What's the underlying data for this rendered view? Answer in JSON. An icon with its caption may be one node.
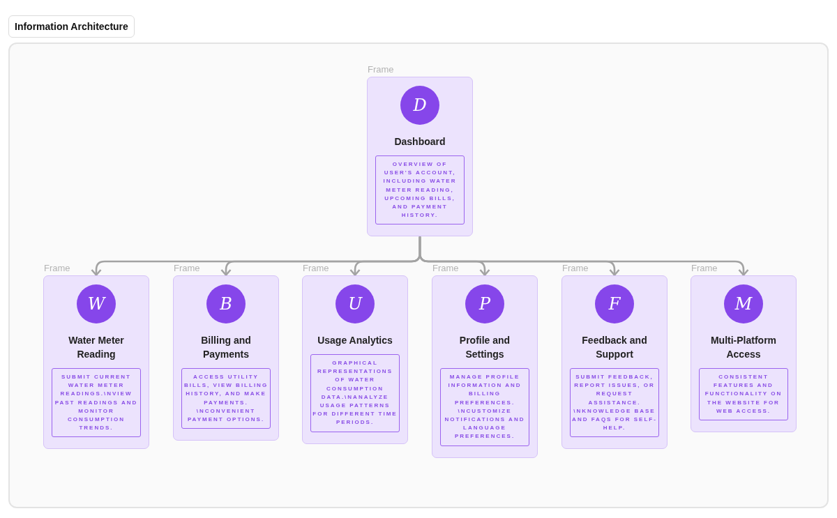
{
  "diagram": {
    "title": "Information Architecture",
    "nodes": [
      {
        "text": [
          "Frame",
          "Dashboard"
        ]
      },
      {
        "text": [
          "D"
        ],
        "in": 0
      },
      {
        "text": [
          "OVERVIEW OF USER'S ACCOUNT, INCLUDING WATER METER READING, UPCOMING BILLS, AND PAYMENT HISTORY."
        ],
        "in": 0
      },
      {
        "text": [
          "Frame",
          "Water Meter Reading"
        ]
      },
      {
        "text": [
          "W"
        ],
        "in": 3
      },
      {
        "text": [
          "SUBMIT CURRENT WATER METER READINGS.\\NVIEW PAST READINGS AND MONITOR CONSUMPTION TRENDS."
        ],
        "in": 3
      },
      {
        "text": [
          "Frame",
          "Billing and Payments"
        ]
      },
      {
        "text": [
          "B"
        ],
        "in": 6
      },
      {
        "text": [
          "ACCESS UTILITY BILLS, VIEW BILLING HISTORY, AND MAKE PAYMENTS. \\NCONVENIENT PAYMENT OPTIONS."
        ],
        "in": 6
      },
      {
        "text": [
          "Frame",
          "Usage Analytics"
        ]
      },
      {
        "text": [
          "U"
        ],
        "in": 9
      },
      {
        "text": [
          "GRAPHICAL REPRESENTATIONS OF WATER CONSUMPTION DATA.\\NANALYZE USAGE PATTERNS FOR DIFFERENT TIME PERIODS."
        ],
        "in": 9
      },
      {
        "text": [
          "Frame",
          "Profile and Settings"
        ]
      },
      {
        "text": [
          "P"
        ],
        "in": 12
      },
      {
        "text": [
          "MANAGE PROFILE INFORMATION AND BILLING PREFERENCES. \\NCUSTOMIZE NOTIFICATIONS AND LANGUAGE PREFERENCES."
        ],
        "in": 12
      },
      {
        "text": [
          "Frame",
          "Feedback and Support"
        ]
      },
      {
        "text": [
          "F"
        ],
        "in": 15
      },
      {
        "text": [
          "SUBMIT FEEDBACK, REPORT ISSUES, OR REQUEST ASSISTANCE. \\NKNOWLEDGE BASE AND FAQS FOR SELF-HELP."
        ],
        "in": 15
      },
      {
        "text": [
          "Frame",
          "Multi-Platform Access"
        ]
      },
      {
        "text": [
          "M"
        ],
        "in": 18
      },
      {
        "text": [
          "CONSISTENT FEATURES AND FUNCTIONALITY ON THE WEBSITE FOR WEB ACCESS."
        ],
        "in": 18
      }
    ],
    "edges": [
      {
        "from": 0,
        "to": 3,
        "arrow": "to"
      },
      {
        "from": 0,
        "to": 6,
        "arrow": "to"
      },
      {
        "from": 0,
        "to": 9,
        "arrow": "to"
      },
      {
        "from": 0,
        "to": 12,
        "arrow": "to"
      },
      {
        "from": 0,
        "to": 15,
        "arrow": "to"
      },
      {
        "from": 0,
        "to": 18,
        "arrow": "to"
      }
    ]
  }
}
